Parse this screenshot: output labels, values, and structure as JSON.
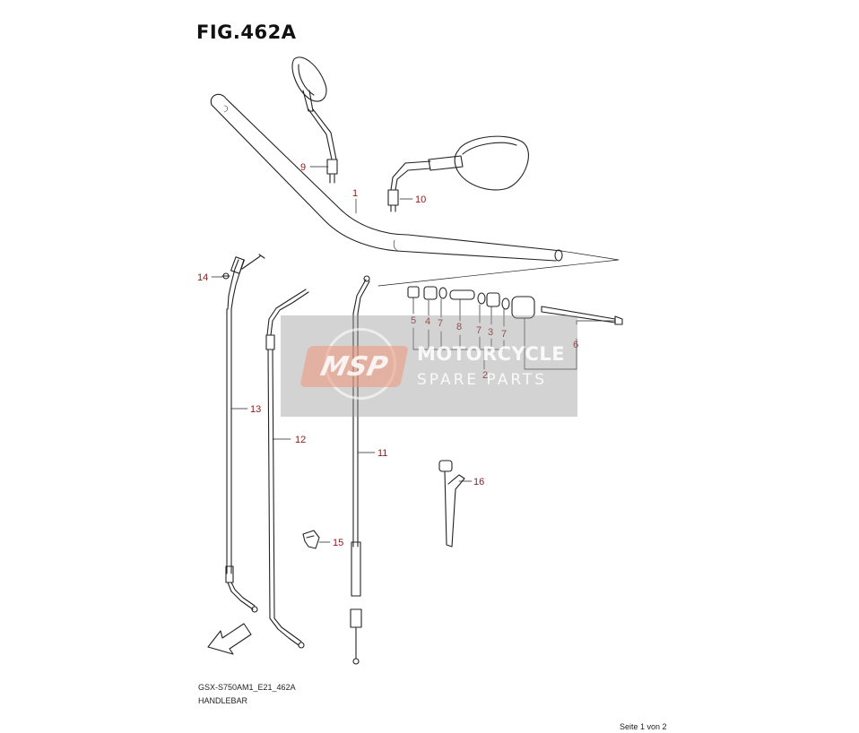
{
  "figure": {
    "title": "FIG.462A",
    "model_code": "GSX-S750AM1_E21_462A",
    "name": "HANDLEBAR",
    "page": "Seite 1 von 2"
  },
  "callouts": {
    "c1": "1",
    "c2": "2",
    "c3": "3",
    "c4": "4",
    "c5": "5",
    "c6": "6",
    "c7a": "7",
    "c7b": "7",
    "c7c": "7",
    "c8": "8",
    "c9": "9",
    "c10": "10",
    "c11": "11",
    "c12": "12",
    "c13": "13",
    "c14": "14",
    "c15": "15",
    "c16": "16"
  },
  "fwd_arrow": "FWD",
  "watermark": {
    "logo": "MSP",
    "line1": "MOTORCYCLE",
    "line2": "SPARE PARTS"
  },
  "colors": {
    "callout": "#8b1a1a",
    "line_art": "#222222"
  }
}
